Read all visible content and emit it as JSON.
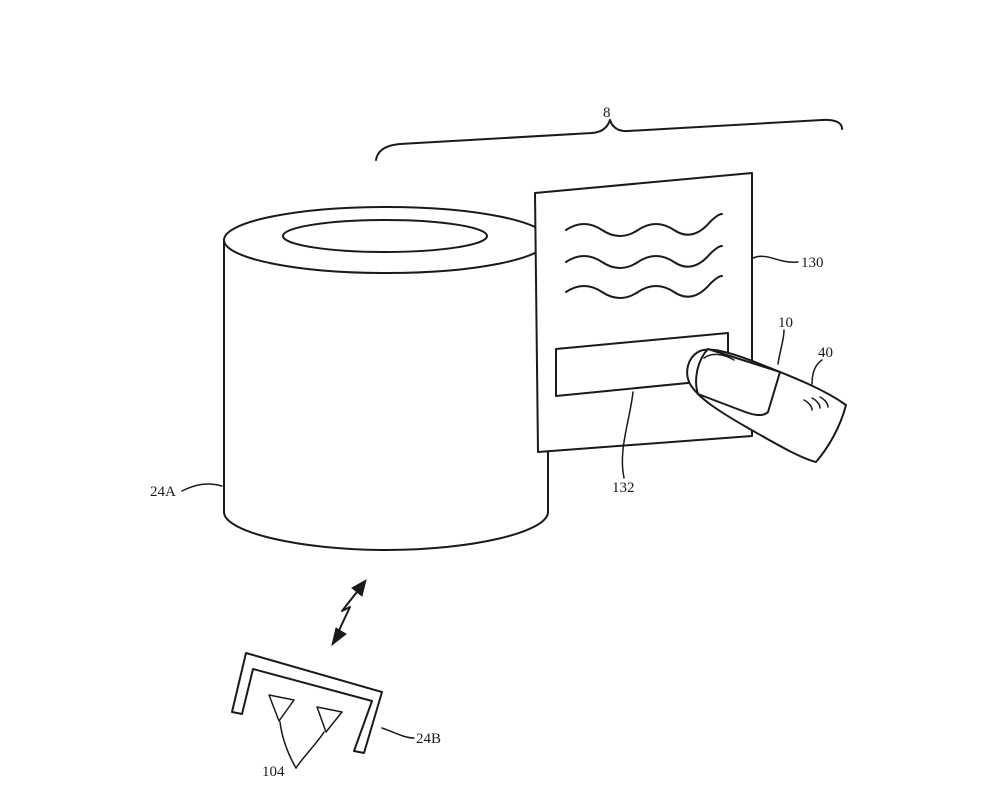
{
  "figure": {
    "labels": {
      "system": "8",
      "display": "130",
      "finger_device": "10",
      "finger": "40",
      "display_region": "132",
      "device_a": "24A",
      "device_b": "24B",
      "components": "104"
    },
    "elements": [
      {
        "name": "bracket-8",
        "label_key": "system",
        "description_shape": "curly brace"
      },
      {
        "name": "cylinder-device",
        "label_key": "device_a",
        "description_shape": "cylinder"
      },
      {
        "name": "display-panel",
        "label_key": "display",
        "description_shape": "rectangle with wavy lines"
      },
      {
        "name": "display-region",
        "label_key": "display_region",
        "description_shape": "rectangle"
      },
      {
        "name": "finger-device",
        "label_key": "finger_device",
        "description_shape": "fingertip sleeve"
      },
      {
        "name": "finger",
        "label_key": "finger",
        "description_shape": "finger"
      },
      {
        "name": "wireless-link",
        "label_key": null,
        "description_shape": "zig-zag double arrow"
      },
      {
        "name": "bracket-device",
        "label_key": "device_b",
        "description_shape": "U-shaped housing"
      },
      {
        "name": "triangles",
        "label_key": "components",
        "description_shape": "two triangles"
      }
    ]
  }
}
